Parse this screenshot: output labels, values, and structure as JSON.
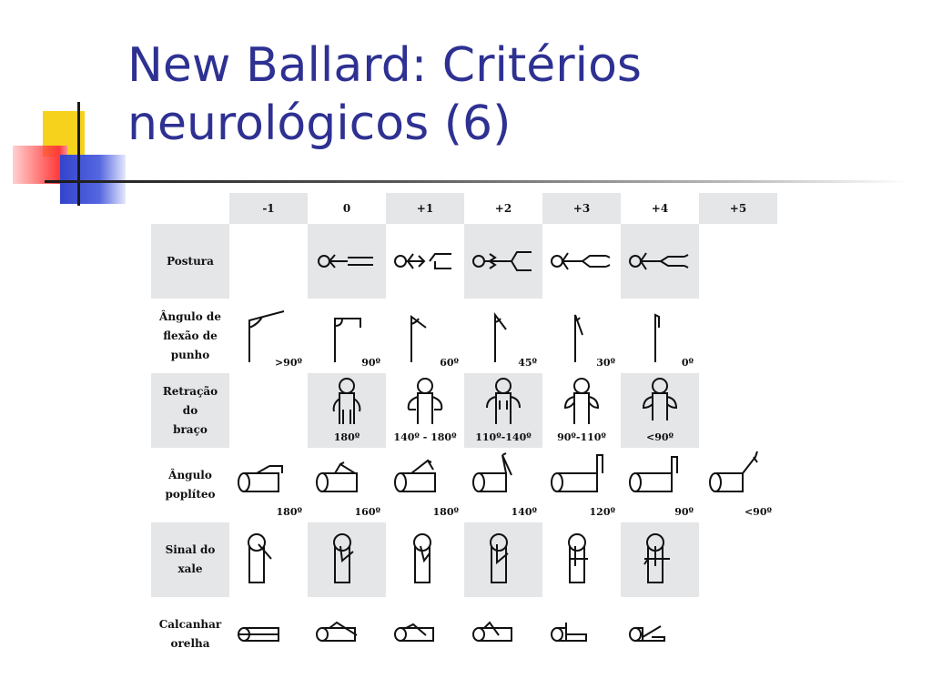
{
  "title_line1": "New Ballard: Critérios",
  "title_line2": "neurológicos (6)",
  "table": {
    "columns": [
      "-1",
      "0",
      "+1",
      "+2",
      "+3",
      "+4",
      "+5"
    ],
    "rows": [
      {
        "label_lines": [
          "Postura"
        ]
      },
      {
        "label_lines": [
          "Ângulo de",
          "flexão de",
          "punho"
        ],
        "values": [
          ">90º",
          "90º",
          "60º",
          "45º",
          "30º",
          "0º"
        ]
      },
      {
        "label_lines": [
          "Retração",
          "do",
          "braço"
        ],
        "values": [
          "180º",
          "140º - 180º",
          "110º-140º",
          "90º-110º",
          "<90º"
        ]
      },
      {
        "label_lines": [
          "Ângulo",
          "poplíteo"
        ],
        "values": [
          "180º",
          "160º",
          "180º",
          "140º",
          "120º",
          "90º",
          "<90º"
        ]
      },
      {
        "label_lines": [
          "Sinal do",
          "xale"
        ]
      },
      {
        "label_lines": [
          "Calcanhar",
          "orelha"
        ]
      }
    ]
  }
}
